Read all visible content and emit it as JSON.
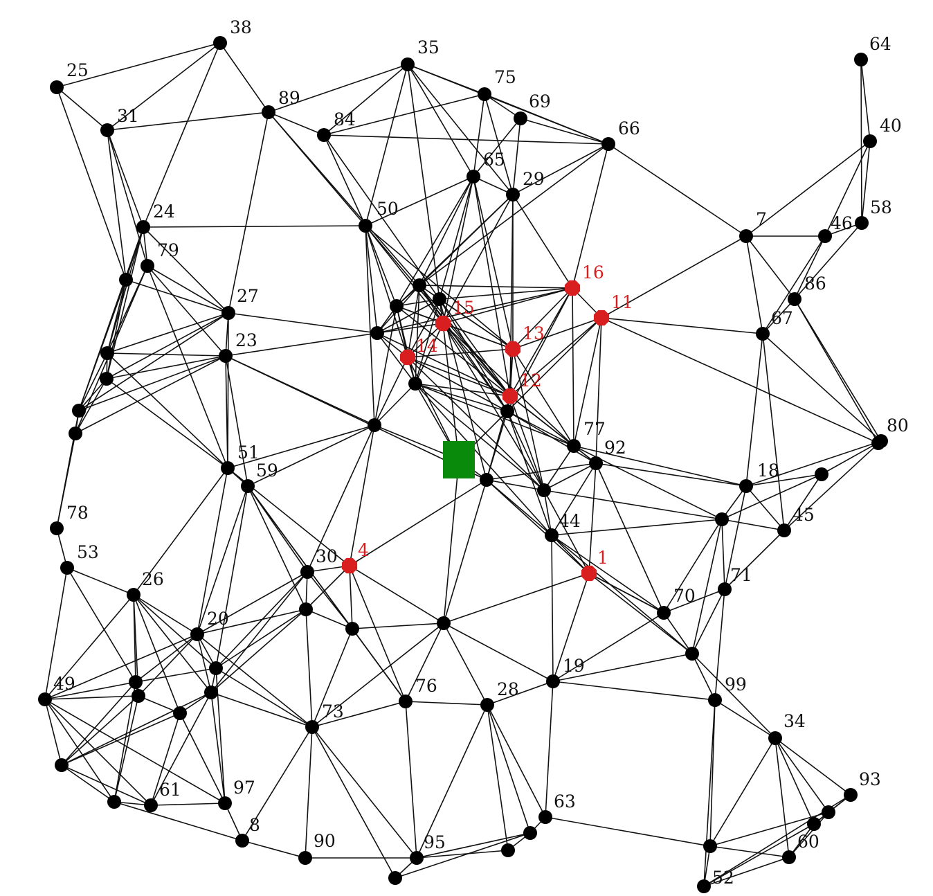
{
  "graph": {
    "colors": {
      "node": "#000000",
      "highlight": "#d81e1e",
      "sink": "#0a8a0a",
      "edge": "#111111"
    },
    "nodes": [
      {
        "id": "38",
        "label": "38"
      },
      {
        "id": "25",
        "label": "25"
      },
      {
        "id": "35",
        "label": "35"
      },
      {
        "id": "75",
        "label": "75"
      },
      {
        "id": "69",
        "label": "69"
      },
      {
        "id": "64",
        "label": "64"
      },
      {
        "id": "31",
        "label": "31"
      },
      {
        "id": "89",
        "label": "89"
      },
      {
        "id": "84",
        "label": "84"
      },
      {
        "id": "66",
        "label": "66"
      },
      {
        "id": "40",
        "label": "40"
      },
      {
        "id": "65",
        "label": "65"
      },
      {
        "id": "29",
        "label": "29"
      },
      {
        "id": "24",
        "label": "24"
      },
      {
        "id": "50",
        "label": "50"
      },
      {
        "id": "7",
        "label": "7"
      },
      {
        "id": "46",
        "label": "46"
      },
      {
        "id": "58",
        "label": "58"
      },
      {
        "id": "79",
        "label": "79"
      },
      {
        "id": "16",
        "label": "16",
        "highlight": true
      },
      {
        "id": "86",
        "label": "86"
      },
      {
        "id": "27",
        "label": "27"
      },
      {
        "id": "11",
        "label": "11",
        "highlight": true
      },
      {
        "id": "15",
        "label": "15",
        "highlight": true
      },
      {
        "id": "67",
        "label": "67"
      },
      {
        "id": "23",
        "label": "23"
      },
      {
        "id": "13",
        "label": "13",
        "highlight": true
      },
      {
        "id": "14",
        "label": "14",
        "highlight": true
      },
      {
        "id": "12",
        "label": "12",
        "highlight": true
      },
      {
        "id": "80",
        "label": "80"
      },
      {
        "id": "77",
        "label": "77"
      },
      {
        "id": "92",
        "label": "92"
      },
      {
        "id": "51",
        "label": "51"
      },
      {
        "id": "59",
        "label": "59"
      },
      {
        "id": "18",
        "label": "18"
      },
      {
        "id": "78",
        "label": "78"
      },
      {
        "id": "45",
        "label": "45"
      },
      {
        "id": "53",
        "label": "53"
      },
      {
        "id": "30",
        "label": "30"
      },
      {
        "id": "4",
        "label": "4",
        "highlight": true
      },
      {
        "id": "1",
        "label": "1",
        "highlight": true
      },
      {
        "id": "26",
        "label": "26"
      },
      {
        "id": "71",
        "label": "71"
      },
      {
        "id": "44",
        "label": "44"
      },
      {
        "id": "20",
        "label": "20"
      },
      {
        "id": "70",
        "label": "70"
      },
      {
        "id": "19",
        "label": "19"
      },
      {
        "id": "99",
        "label": "99"
      },
      {
        "id": "49",
        "label": "49"
      },
      {
        "id": "76",
        "label": "76"
      },
      {
        "id": "28",
        "label": "28"
      },
      {
        "id": "73",
        "label": "73"
      },
      {
        "id": "34",
        "label": "34"
      },
      {
        "id": "93",
        "label": "93"
      },
      {
        "id": "97",
        "label": "97"
      },
      {
        "id": "63",
        "label": "63"
      },
      {
        "id": "90",
        "label": "90"
      },
      {
        "id": "95",
        "label": "95"
      },
      {
        "id": "60",
        "label": "60"
      },
      {
        "id": "52",
        "label": "52"
      },
      {
        "id": "61",
        "label": "61"
      },
      {
        "id": "8",
        "label": "8"
      },
      {
        "id": "n_a",
        "label": ""
      },
      {
        "id": "n_b",
        "label": ""
      },
      {
        "id": "n_c",
        "label": ""
      },
      {
        "id": "n_d",
        "label": ""
      },
      {
        "id": "n_e",
        "label": ""
      },
      {
        "id": "n_f",
        "label": ""
      },
      {
        "id": "n_g",
        "label": ""
      },
      {
        "id": "n_h",
        "label": ""
      },
      {
        "id": "n_i",
        "label": ""
      },
      {
        "id": "n_j",
        "label": ""
      },
      {
        "id": "n_k",
        "label": ""
      },
      {
        "id": "n_l",
        "label": ""
      },
      {
        "id": "n_m",
        "label": ""
      },
      {
        "id": "n_n",
        "label": ""
      },
      {
        "id": "n_o",
        "label": ""
      },
      {
        "id": "n_p",
        "label": ""
      },
      {
        "id": "n_q",
        "label": ""
      },
      {
        "id": "n_r",
        "label": ""
      },
      {
        "id": "n_s",
        "label": ""
      },
      {
        "id": "n_t",
        "label": ""
      },
      {
        "id": "n_u",
        "label": ""
      },
      {
        "id": "n_v",
        "label": ""
      },
      {
        "id": "n_w",
        "label": ""
      },
      {
        "id": "n_x",
        "label": ""
      },
      {
        "id": "n_y",
        "label": ""
      },
      {
        "id": "n_z",
        "label": ""
      },
      {
        "id": "n_aa",
        "label": ""
      },
      {
        "id": "n_ab",
        "label": ""
      },
      {
        "id": "n_ac",
        "label": ""
      },
      {
        "id": "n_ad",
        "label": ""
      },
      {
        "id": "n_ae",
        "label": ""
      },
      {
        "id": "n_af",
        "label": ""
      },
      {
        "id": "n_ag",
        "label": ""
      },
      {
        "id": "n_ah",
        "label": ""
      },
      {
        "id": "sink",
        "label": "",
        "sink": true
      }
    ]
  }
}
